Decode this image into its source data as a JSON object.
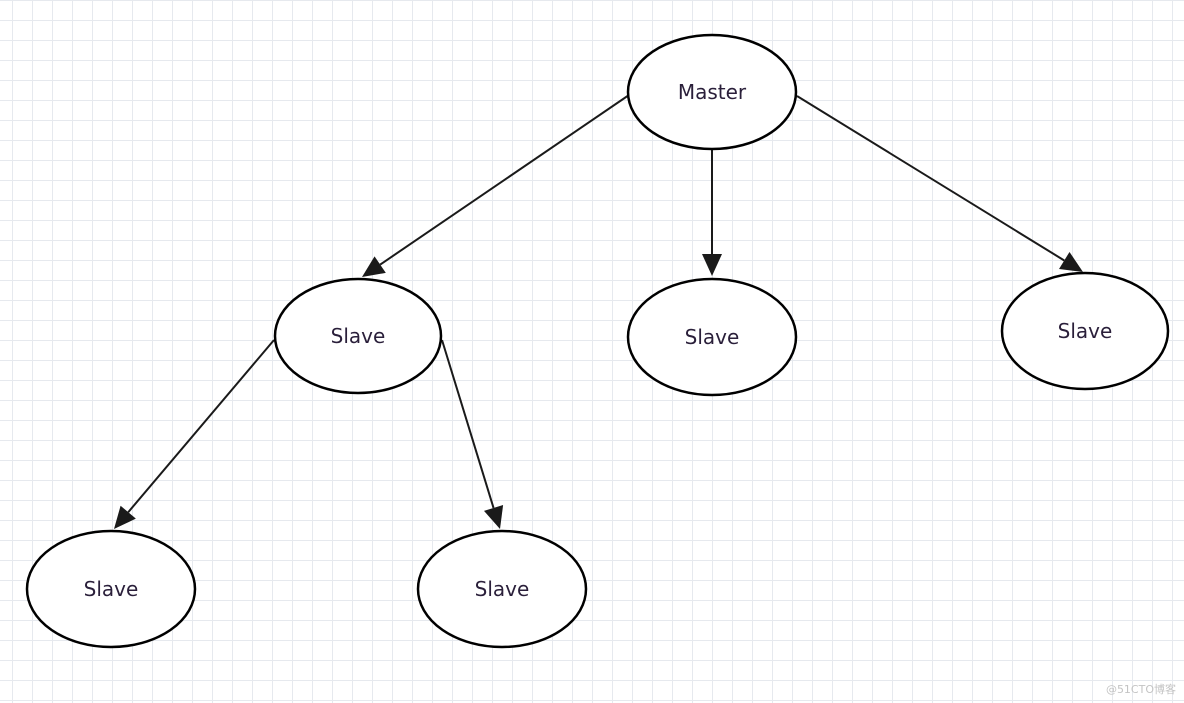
{
  "diagram": {
    "colors": {
      "background": "#ffffff",
      "grid": "#e6e9ee",
      "node_stroke": "#000000",
      "node_fill": "#ffffff",
      "edge": "#1a1a1a",
      "label": "#2a1f3a"
    },
    "nodes": [
      {
        "id": "master",
        "label": "Master"
      },
      {
        "id": "slave-1",
        "label": "Slave"
      },
      {
        "id": "slave-2",
        "label": "Slave"
      },
      {
        "id": "slave-3",
        "label": "Slave"
      },
      {
        "id": "slave-4",
        "label": "Slave"
      },
      {
        "id": "slave-5",
        "label": "Slave"
      }
    ],
    "edges": [
      {
        "from": "master",
        "to": "slave-1"
      },
      {
        "from": "master",
        "to": "slave-2"
      },
      {
        "from": "master",
        "to": "slave-3"
      },
      {
        "from": "slave-1",
        "to": "slave-4"
      },
      {
        "from": "slave-1",
        "to": "slave-5"
      }
    ]
  },
  "watermark": "@51CTO博客"
}
